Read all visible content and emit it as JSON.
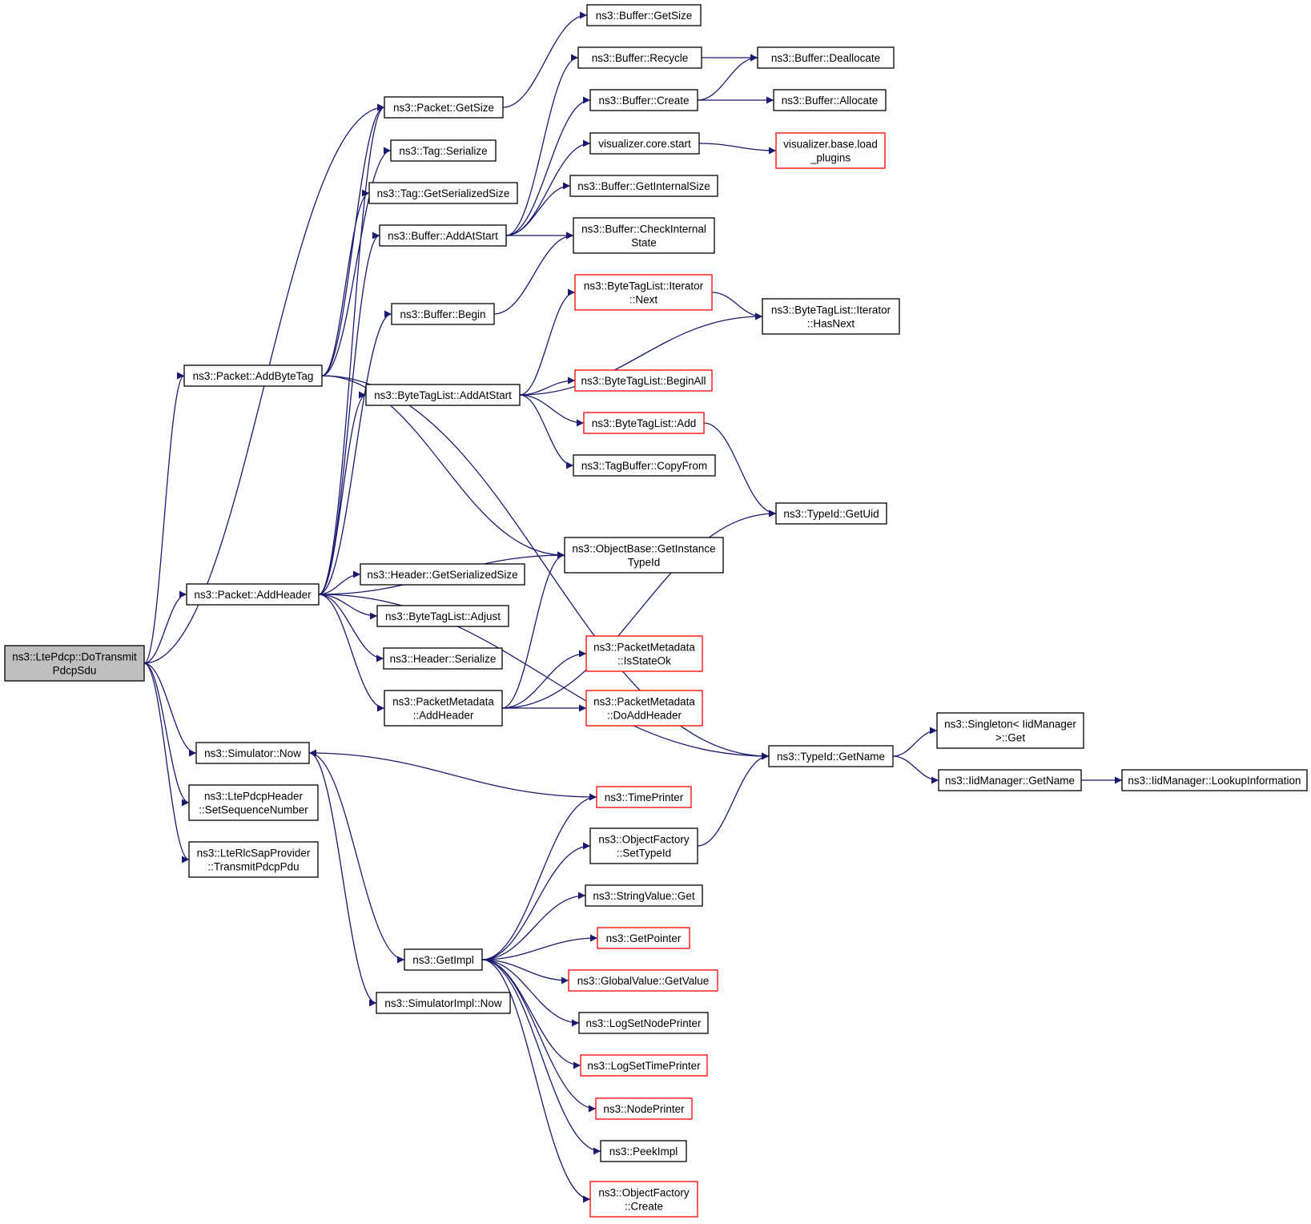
{
  "diagram": {
    "type": "call-graph",
    "colors": {
      "edge": "#191970",
      "node_border": "#000000",
      "truncated_node_border": "#ff0000",
      "root_fill": "#bfbfbf",
      "node_fill": "#ffffff"
    },
    "nodes": [
      {
        "id": "root",
        "lines": [
          "ns3::LtePdcp::DoTransmit",
          "PdcpSdu"
        ],
        "root": true
      },
      {
        "id": "pkt_getsize",
        "lines": [
          "ns3::Packet::GetSize"
        ]
      },
      {
        "id": "tag_serialize",
        "lines": [
          "ns3::Tag::Serialize"
        ]
      },
      {
        "id": "tag_getserializedsize",
        "lines": [
          "ns3::Tag::GetSerializedSize"
        ]
      },
      {
        "id": "pkt_addbytetag",
        "lines": [
          "ns3::Packet::AddByteTag"
        ]
      },
      {
        "id": "pkt_addheader",
        "lines": [
          "ns3::Packet::AddHeader"
        ]
      },
      {
        "id": "sim_now",
        "lines": [
          "ns3::Simulator::Now"
        ]
      },
      {
        "id": "ltepdcpheader_setseq",
        "lines": [
          "ns3::LtePdcpHeader",
          "::SetSequenceNumber"
        ]
      },
      {
        "id": "lterlcsap_transmit",
        "lines": [
          "ns3::LteRlcSapProvider",
          "::TransmitPdcpPdu"
        ]
      },
      {
        "id": "buf_getsize",
        "lines": [
          "ns3::Buffer::GetSize"
        ]
      },
      {
        "id": "buf_recycle",
        "lines": [
          "ns3::Buffer::Recycle"
        ]
      },
      {
        "id": "buf_create",
        "lines": [
          "ns3::Buffer::Create"
        ]
      },
      {
        "id": "vis_core_start",
        "lines": [
          "visualizer.core.start"
        ]
      },
      {
        "id": "buf_getinternalsize",
        "lines": [
          "ns3::Buffer::GetInternalSize"
        ]
      },
      {
        "id": "buf_addatstart",
        "lines": [
          "ns3::Buffer::AddAtStart"
        ]
      },
      {
        "id": "buf_checkinternal",
        "lines": [
          "ns3::Buffer::CheckInternal",
          "State"
        ]
      },
      {
        "id": "buf_begin",
        "lines": [
          "ns3::Buffer::Begin"
        ]
      },
      {
        "id": "btl_iter_next",
        "lines": [
          "ns3::ByteTagList::Iterator",
          "::Next"
        ],
        "truncated": true
      },
      {
        "id": "btl_addatstart",
        "lines": [
          "ns3::ByteTagList::AddAtStart"
        ]
      },
      {
        "id": "btl_beginall",
        "lines": [
          "ns3::ByteTagList::BeginAll"
        ],
        "truncated": true
      },
      {
        "id": "btl_add",
        "lines": [
          "ns3::ByteTagList::Add"
        ],
        "truncated": true
      },
      {
        "id": "tagbuffer_copyfrom",
        "lines": [
          "ns3::TagBuffer::CopyFrom"
        ]
      },
      {
        "id": "buf_deallocate",
        "lines": [
          "ns3::Buffer::Deallocate"
        ]
      },
      {
        "id": "buf_allocate",
        "lines": [
          "ns3::Buffer::Allocate"
        ]
      },
      {
        "id": "vis_base_load",
        "lines": [
          "visualizer.base.load",
          "_plugins"
        ],
        "truncated": true
      },
      {
        "id": "btl_iter_hasnext",
        "lines": [
          "ns3::ByteTagList::Iterator",
          "::HasNext"
        ]
      },
      {
        "id": "typeid_getuid",
        "lines": [
          "ns3::TypeId::GetUid"
        ]
      },
      {
        "id": "objbase_getinstance",
        "lines": [
          "ns3::ObjectBase::GetInstance",
          "TypeId"
        ]
      },
      {
        "id": "header_getserializedsize",
        "lines": [
          "ns3::Header::GetSerializedSize"
        ]
      },
      {
        "id": "btl_adjust",
        "lines": [
          "ns3::ByteTagList::Adjust"
        ]
      },
      {
        "id": "header_serialize",
        "lines": [
          "ns3::Header::Serialize"
        ]
      },
      {
        "id": "pm_addheader",
        "lines": [
          "ns3::PacketMetadata",
          "::AddHeader"
        ]
      },
      {
        "id": "pm_isstateok",
        "lines": [
          "ns3::PacketMetadata",
          "::IsStateOk"
        ],
        "truncated": true
      },
      {
        "id": "pm_doaddheader",
        "lines": [
          "ns3::PacketMetadata",
          "::DoAddHeader"
        ],
        "truncated": true
      },
      {
        "id": "typeid_getname",
        "lines": [
          "ns3::TypeId::GetName"
        ]
      },
      {
        "id": "singleton_get",
        "lines": [
          "ns3::Singleton< IidManager",
          " >::Get"
        ]
      },
      {
        "id": "iidmanager_getname",
        "lines": [
          "ns3::IidManager::GetName"
        ]
      },
      {
        "id": "iidmanager_lookup",
        "lines": [
          "ns3::IidManager::LookupInformation"
        ]
      },
      {
        "id": "timeprinter",
        "lines": [
          "ns3::TimePrinter"
        ],
        "truncated": true
      },
      {
        "id": "objfactory_settypeid",
        "lines": [
          "ns3::ObjectFactory",
          "::SetTypeId"
        ]
      },
      {
        "id": "stringvalue_get",
        "lines": [
          "ns3::StringValue::Get"
        ]
      },
      {
        "id": "getpointer",
        "lines": [
          "ns3::GetPointer"
        ],
        "truncated": true
      },
      {
        "id": "getimpl",
        "lines": [
          "ns3::GetImpl"
        ]
      },
      {
        "id": "globalvalue_getvalue",
        "lines": [
          "ns3::GlobalValue::GetValue"
        ],
        "truncated": true
      },
      {
        "id": "simimpl_now",
        "lines": [
          "ns3::SimulatorImpl::Now"
        ]
      },
      {
        "id": "logsetnodeprinter",
        "lines": [
          "ns3::LogSetNodePrinter"
        ]
      },
      {
        "id": "logsettimeprinter",
        "lines": [
          "ns3::LogSetTimePrinter"
        ],
        "truncated": true
      },
      {
        "id": "nodeprinter",
        "lines": [
          "ns3::NodePrinter"
        ],
        "truncated": true
      },
      {
        "id": "peekimpl",
        "lines": [
          "ns3::PeekImpl"
        ]
      },
      {
        "id": "objfactory_create",
        "lines": [
          "ns3::ObjectFactory",
          "::Create"
        ],
        "truncated": true
      }
    ],
    "edges": [
      [
        "root",
        "pkt_getsize"
      ],
      [
        "root",
        "pkt_addbytetag"
      ],
      [
        "root",
        "pkt_addheader"
      ],
      [
        "root",
        "sim_now"
      ],
      [
        "root",
        "ltepdcpheader_setseq"
      ],
      [
        "root",
        "lterlcsap_transmit"
      ],
      [
        "pkt_getsize",
        "buf_getsize"
      ],
      [
        "pkt_addbytetag",
        "pkt_getsize"
      ],
      [
        "pkt_addbytetag",
        "tag_serialize"
      ],
      [
        "pkt_addbytetag",
        "tag_getserializedsize"
      ],
      [
        "pkt_addbytetag",
        "objbase_getinstance"
      ],
      [
        "pkt_addbytetag",
        "typeid_getname"
      ],
      [
        "pkt_addheader",
        "pkt_getsize"
      ],
      [
        "pkt_addheader",
        "buf_addatstart"
      ],
      [
        "pkt_addheader",
        "buf_begin"
      ],
      [
        "pkt_addheader",
        "btl_addatstart"
      ],
      [
        "pkt_addheader",
        "objbase_getinstance"
      ],
      [
        "pkt_addheader",
        "header_getserializedsize"
      ],
      [
        "pkt_addheader",
        "btl_adjust"
      ],
      [
        "pkt_addheader",
        "header_serialize"
      ],
      [
        "pkt_addheader",
        "pm_addheader"
      ],
      [
        "pkt_addheader",
        "typeid_getname"
      ],
      [
        "buf_addatstart",
        "buf_recycle"
      ],
      [
        "buf_addatstart",
        "buf_create"
      ],
      [
        "buf_addatstart",
        "vis_core_start"
      ],
      [
        "buf_addatstart",
        "buf_getinternalsize"
      ],
      [
        "buf_addatstart",
        "buf_checkinternal"
      ],
      [
        "buf_recycle",
        "buf_deallocate"
      ],
      [
        "buf_create",
        "buf_deallocate"
      ],
      [
        "buf_create",
        "buf_allocate"
      ],
      [
        "vis_core_start",
        "vis_base_load"
      ],
      [
        "buf_begin",
        "buf_checkinternal"
      ],
      [
        "btl_addatstart",
        "btl_iter_next"
      ],
      [
        "btl_addatstart",
        "btl_iter_hasnext"
      ],
      [
        "btl_addatstart",
        "btl_beginall"
      ],
      [
        "btl_addatstart",
        "btl_add"
      ],
      [
        "btl_addatstart",
        "tagbuffer_copyfrom"
      ],
      [
        "btl_iter_next",
        "btl_iter_hasnext"
      ],
      [
        "btl_add",
        "typeid_getuid"
      ],
      [
        "pm_addheader",
        "objbase_getinstance"
      ],
      [
        "pm_addheader",
        "typeid_getuid"
      ],
      [
        "pm_addheader",
        "pm_isstateok"
      ],
      [
        "pm_addheader",
        "pm_doaddheader"
      ],
      [
        "typeid_getname",
        "singleton_get"
      ],
      [
        "typeid_getname",
        "iidmanager_getname"
      ],
      [
        "iidmanager_getname",
        "iidmanager_lookup"
      ],
      [
        "sim_now",
        "getimpl"
      ],
      [
        "sim_now",
        "simimpl_now"
      ],
      [
        "timeprinter",
        "sim_now"
      ],
      [
        "objfactory_settypeid",
        "typeid_getname"
      ],
      [
        "getimpl",
        "timeprinter"
      ],
      [
        "getimpl",
        "objfactory_settypeid"
      ],
      [
        "getimpl",
        "stringvalue_get"
      ],
      [
        "getimpl",
        "getpointer"
      ],
      [
        "getimpl",
        "globalvalue_getvalue"
      ],
      [
        "getimpl",
        "logsetnodeprinter"
      ],
      [
        "getimpl",
        "logsettimeprinter"
      ],
      [
        "getimpl",
        "nodeprinter"
      ],
      [
        "getimpl",
        "peekimpl"
      ],
      [
        "getimpl",
        "objfactory_create"
      ]
    ]
  }
}
